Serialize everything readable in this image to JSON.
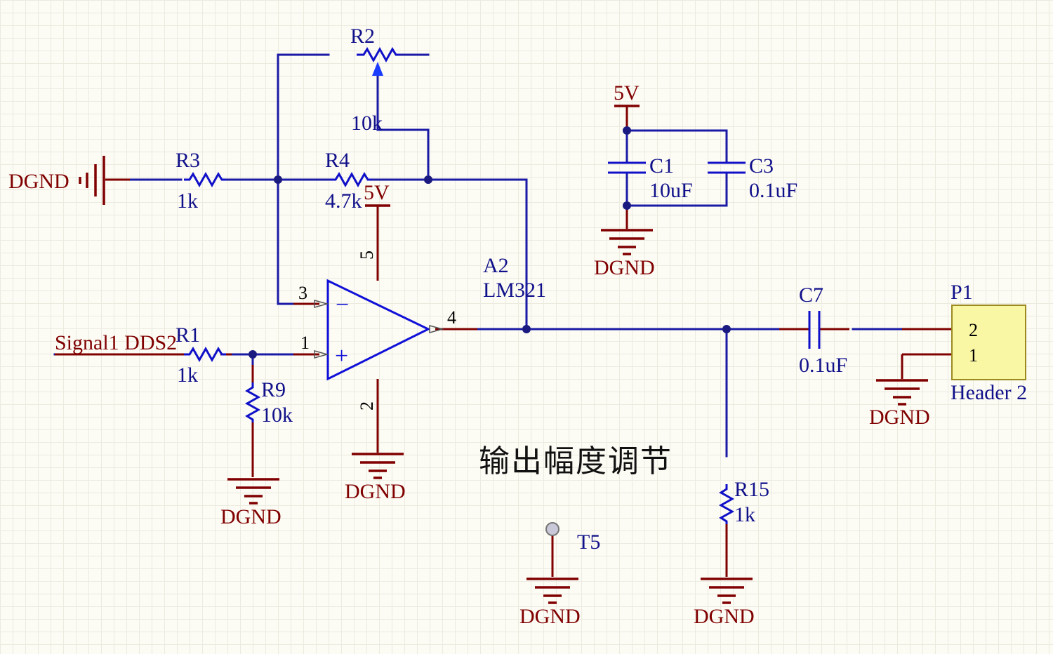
{
  "schematic": {
    "refdes": {
      "r1": "R1",
      "r2": "R2",
      "r3": "R3",
      "r4": "R4",
      "r9": "R9",
      "r15": "R15",
      "c1": "C1",
      "c3": "C3",
      "c7": "C7",
      "a2": "A2",
      "p1": "P1",
      "t5": "T5"
    },
    "values": {
      "r1": "1k",
      "r2": "10k",
      "r3": "1k",
      "r4": "4.7k",
      "r9": "10k",
      "r15": "1k",
      "c1": "10uF",
      "c3": "0.1uF",
      "c7": "0.1uF",
      "a2": "LM321",
      "p1": "Header 2"
    },
    "nets": {
      "gnd": "DGND",
      "vcc": "5V",
      "input": "Signal1 DDS2"
    },
    "pins": {
      "opamp_inv": "3",
      "opamp_noninv": "1",
      "opamp_out": "4",
      "opamp_vcc": "5",
      "opamp_gnd": "2",
      "header_pin2": "2",
      "header_pin1": "1",
      "sign_minus": "−",
      "sign_plus": "+"
    },
    "note": "输出幅度调节",
    "colors": {
      "wire": "#1a1aa6",
      "pin": "#800000",
      "part": "#1010c8",
      "header_fill": "#f9f6a4"
    }
  }
}
